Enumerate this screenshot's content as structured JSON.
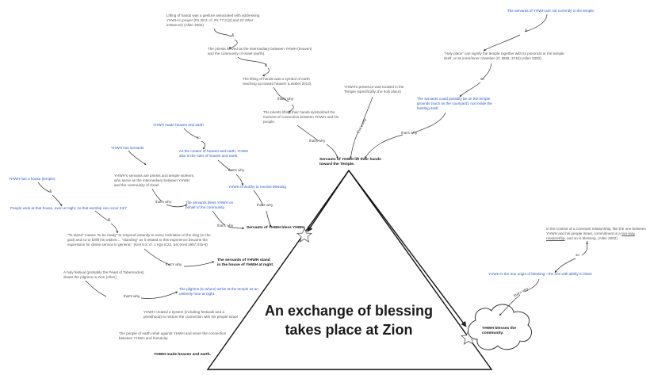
{
  "title": {
    "line1": "An exchange of blessing",
    "line2": "takes place at Zion"
  },
  "connectors": {
    "amp": "&",
    "so": "so",
    "thats_why": "that's why"
  },
  "nodes": {
    "lifting_hands": "Lifting of hands was a gesture associated with addressing YHWH in prayer (Ps 28:2; cf. Ps 77:3 [2] and 22 other instances) (Allen 2002)",
    "priests_intermediary": "The priests served as the intermediary between YHWH (heaven) and the community of Israel (earth).",
    "lifting_symbol": "The lifting of hands was a symbol of earth reaching up toward heaven (Lelabrs 2013).",
    "priests_lifting": "The priests lifting their hands symbolized the moment of connection between YHWH and his people.",
    "presence_temple": "YHWH's presence was located in the Temple (specifically, the holy place)",
    "servants_lift": "Servants of YHWH lift their hands toward the Temple.",
    "servants_not_temple": "The servants of YHWH are not currently in the temple.",
    "holy_place": "\"Holy place\" can signify the temple together with its precincts or the temple itself, or its inner/inner chamber (cf. BDB, 371b) (Allen 2002).",
    "servants_grounds": "The servants could possibly be on the temple grounds (such as the courtyard), not inside the building itself.",
    "made_heaven": "YHWH made heaven and earth",
    "creator_ruler": "As the creator of heaven and earth, YHWH also is the ruler of heaven and earth.",
    "has_servants": "YHWH has servants",
    "servants_priests": "YHWH's servants are priests and temple workers, who serve as the intermediary between YHWH and the community of Israel",
    "worthy_blessing": "YHWH is worthy to receive blessing",
    "servants_bless_behalf": "The servants bless YHWH on behalf of the community.",
    "servants_bless": "Servants of YHWH bless YHWH.",
    "house_temple": "YHWH has a house (temple).",
    "people_work": "People work at that house, even at night, so that worship can occur 24/7",
    "to_stand": "\"To stand\" means \"to be ready\" to respond instantly to every inclination of the king (or the god) and so to fulfill his wishes.... \"standing\" as it related to this experience became the expression for divine service in general.\" (Keil 9:2; cf. 1 Kgs 8:22, 54) (Keil 1997:315-6)",
    "servants_stand": "The servants of YHWH stand in the house of YHWH at night.",
    "holy_festival": "A holy festival (probably the Feast of Tabernacles) draws the pilgrims to Zion (Allen)",
    "pilgrims": "The pilgrims (to whom) arrive at the temple as an untimely hour at night.",
    "yhwh_created": "YHWH created a system (including festivals and a priesthood) to restore the connection with his people Israel",
    "people_earth": "The people of earth rebel against YHWH and sever the connection between YHWH and humanity.",
    "made_heaven_earth": "YHWH made heaven and earth.",
    "covenant_pre": "In the context of a covenant relationship, like the one between YHWH and his people Israel, commitment is a ",
    "covenant_link": "two-way relationship",
    "covenant_post": ", and so is blessing. (Allen 2002)",
    "true_origin": "YHWH is the true origin of blessing—the one with ability to bless",
    "blesses_community": "YHWH blesses the community."
  }
}
